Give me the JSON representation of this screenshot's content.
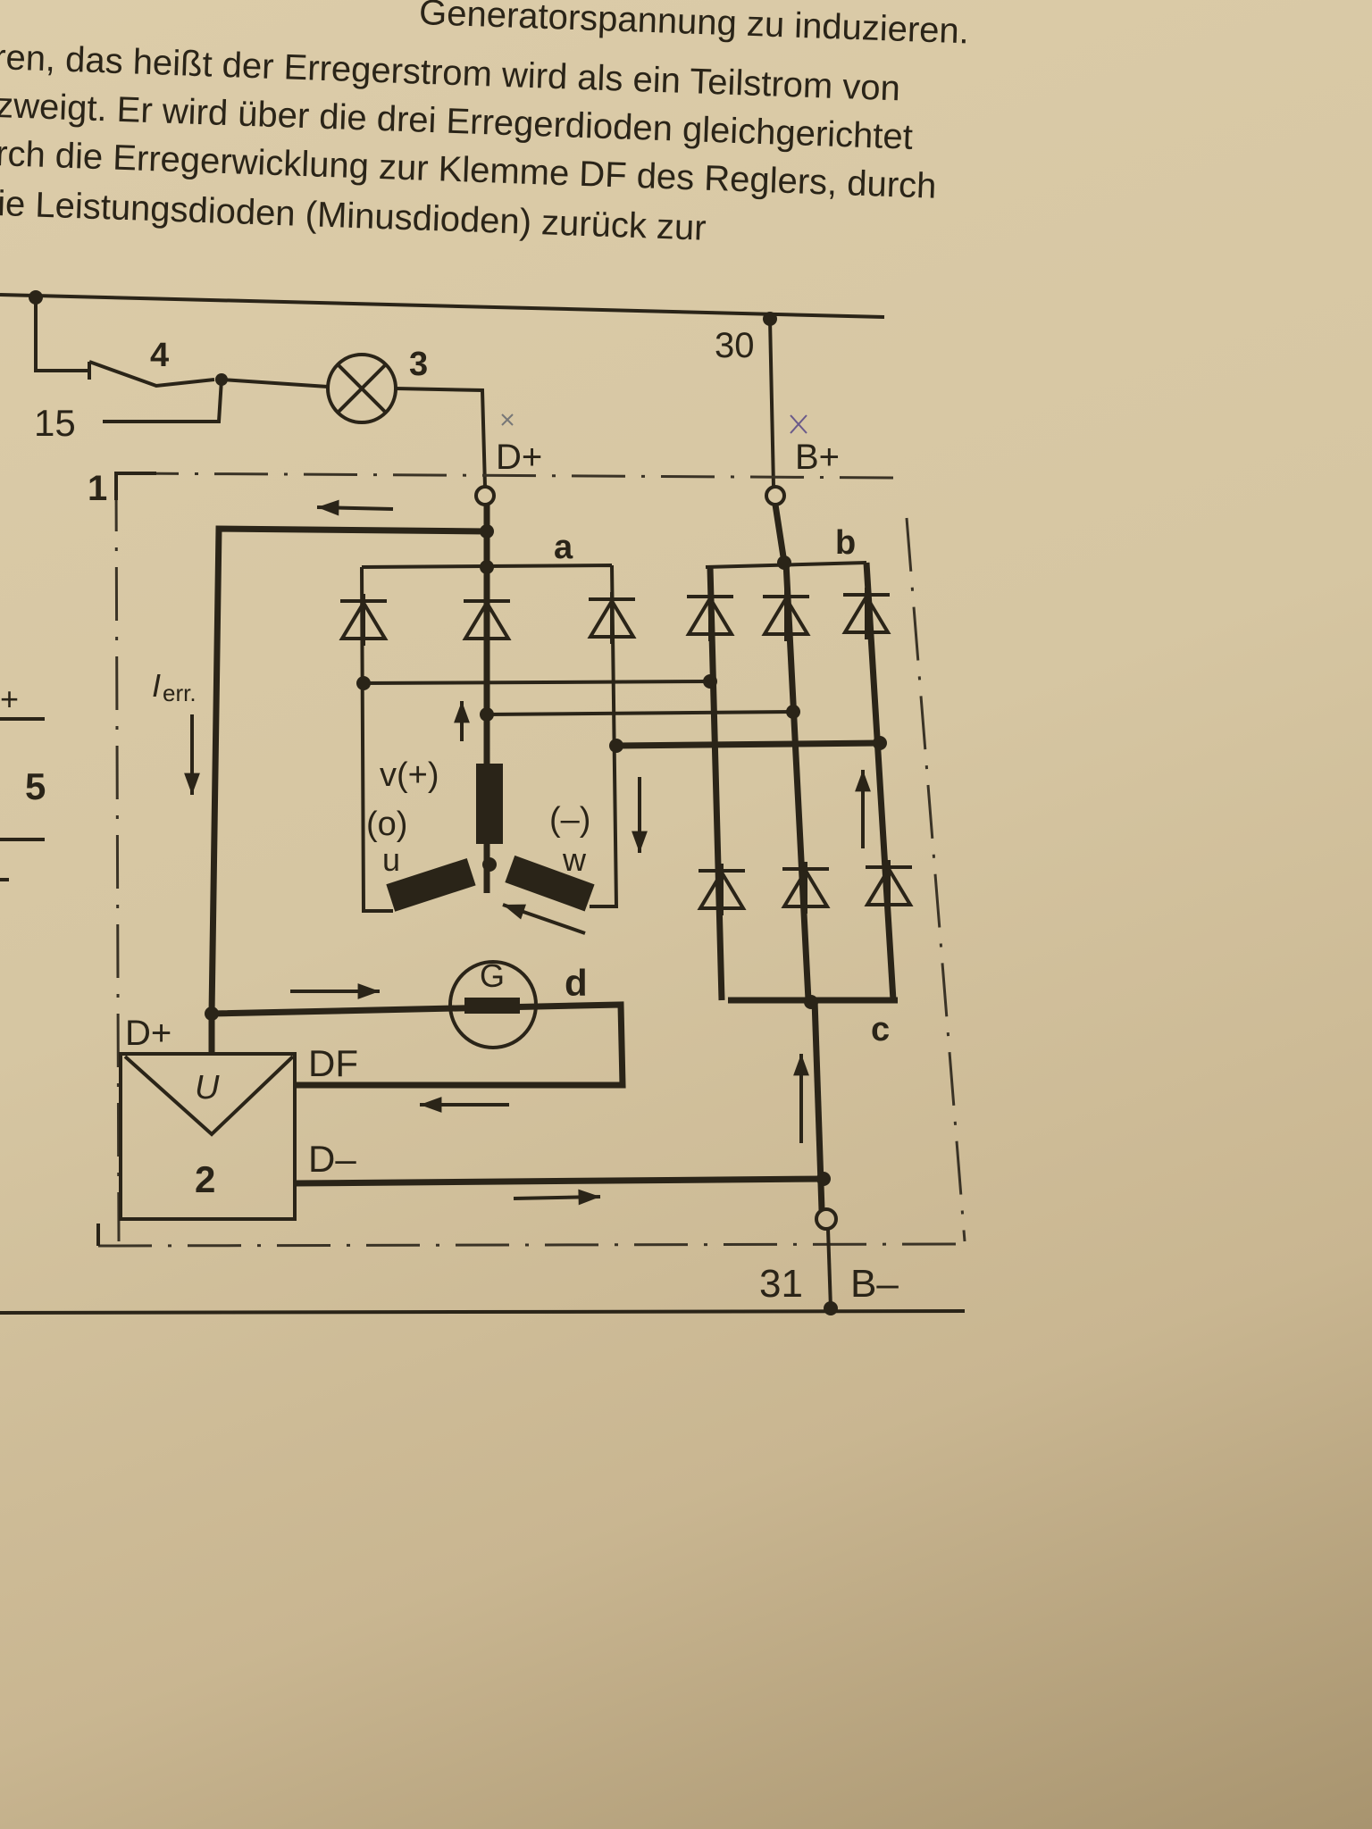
{
  "paragraph": {
    "lines": [
      "Generatorspannung zu induzieren.",
      "ren, das heißt der Erregerstrom wird als ein Teilstrom von",
      "zweigt. Er wird über die drei Erregerdioden gleichgerichtet",
      "rch die Erregerwicklung zur Klemme DF des Reglers, durch",
      "ie Leistungsdioden (Minusdioden) zurück zur"
    ]
  },
  "diagram": {
    "labels": {
      "switch": "4",
      "lamp": "3",
      "terminal_15": "15",
      "terminal_30": "30",
      "dplus_top": "D+",
      "bplus": "B+",
      "frame": "1",
      "node_a": "a",
      "node_b": "b",
      "node_c": "c",
      "node_d": "d",
      "current": "I",
      "current_sub": "err.",
      "left_plus": "+",
      "left_5": "5",
      "v_phase": "v(+)",
      "u_sign": "(o)",
      "u_phase": "u",
      "w_sign": "(–)",
      "w_phase": "w",
      "generator": "G",
      "reg_dplus": "D+",
      "reg_u": "U",
      "reg_df": "DF",
      "regulator": "2",
      "reg_dminus": "D–",
      "terminal_31": "31",
      "bminus": "B–"
    }
  }
}
